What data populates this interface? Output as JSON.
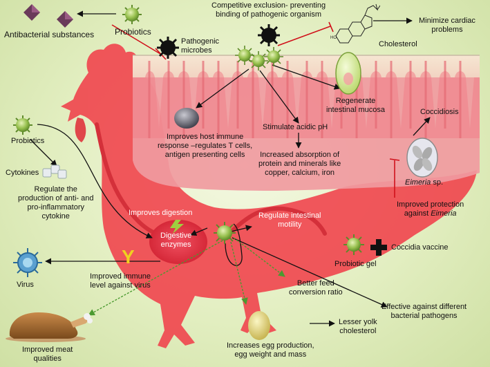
{
  "labels": {
    "antibacterial_substances": "Antibacterial substances",
    "probiotics_top": "Probiotics",
    "pathogenic_microbes": "Pathogenic\nmicrobes",
    "competitive_exclusion": "Competitive exclusion- preventing\nbinding of pathogenic organism",
    "cholesterol": "Cholesterol",
    "minimize_cardiac": "Minimize cardiac\nproblems",
    "regenerate_mucosa": "Regenerate\nintestinal mucosa",
    "coccidiosis": "Coccidiosis",
    "improves_immune": "Improves host immune\nresponse –regulates T cells,\nantigen presenting cells",
    "stimulate_ph": "Stimulate acidic pH",
    "increased_absorption": "Increased absorption of\nprotein and minerals like\ncopper, calcium, iron",
    "eimeria_sp": "Eimeria",
    "eimeria_sp_suffix": " sp.",
    "probiotics_left": "Probiotics",
    "cytokines": "Cytokines",
    "regulate_cytokine": "Regulate the\nproduction of anti- and\npro-inflammatory\ncytokine",
    "improves_digestion": "Improves digestion",
    "regulate_motility": "Regulate intestinal\nmotility",
    "digestive_enzymes": "Digestive\nenzymes",
    "improved_protection": "Improved protection",
    "improved_protection_line2": "against ",
    "improved_protection_eimeria": "Eimeria",
    "coccidia_vaccine": "Coccidia vaccine",
    "probiotic_gel": "Probiotic gel",
    "virus": "Virus",
    "improved_immune_virus": "Improved immune\nlevel against virus",
    "better_feed": "Better feed\nconversion ratio",
    "effective_pathogens": "Effective against different\nbacterial pathogens",
    "lesser_yolk": "Lesser yolk\ncholesterol",
    "increases_egg": "Increases egg production,\negg weight and mass",
    "improved_meat": "Improved meat\nqualities",
    "ho_label": "HO",
    "antibody_glyph": "Y"
  },
  "icons": [
    "probiotic-bacterium-icon",
    "pathogenic-microbe-icon",
    "antibacterial-crystal-icon",
    "cholesterol-structure-icon",
    "epithelial-cell-icon",
    "lymphocyte-icon",
    "eimeria-oocyst-icon",
    "cytokine-icon",
    "virus-icon",
    "antibody-icon",
    "egg-icon",
    "roast-chicken-icon",
    "plus-icon",
    "enzyme-bolt-icon"
  ],
  "colors": {
    "background": "#e2eec0",
    "chicken": "#f0404a",
    "intestine": "#f4a0a4",
    "villus_top": "#f6ecd6",
    "probiotic": "#8fb84a",
    "pathogen": "#111111",
    "inhibit_line": "#d0101a",
    "arrow": "#111111",
    "green_arrow": "#4a9a30"
  }
}
